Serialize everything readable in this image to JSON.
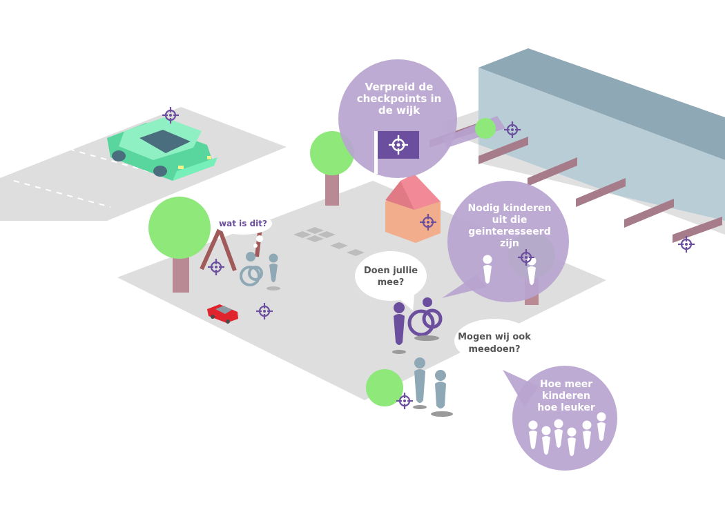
{
  "bubbles": {
    "verpreid": [
      "Verpreid de",
      "checkpoints in",
      "de wijk"
    ],
    "nodig": [
      "Nodig kinderen",
      "uit die",
      "geinteresseerd",
      "zijn"
    ],
    "doen": [
      "Doen jullie",
      "mee?"
    ],
    "mogen": [
      "Mogen wij ook",
      "meedoen?"
    ],
    "hoe_meer": [
      "Hoe meer",
      "kinderen",
      "hoe leuker"
    ],
    "wat": "wat is dit?"
  },
  "colors": {
    "purple": "#6b4f9e",
    "lavender_bubble": "#b8a4cf",
    "white_bubble": "#ffffff",
    "ground": "#dedede",
    "tree_green": "#8ee87a",
    "trunk": "#b98a93",
    "car_green": "#6fe9b0",
    "small_car_red": "#e0242e",
    "building": "#a9bfc9",
    "house_roof": "#e07b86",
    "house_wall": "#f2ad8c",
    "person_blue": "#8fa8b5"
  },
  "icons": [
    "checkpoint-crosshair-icon",
    "flag-icon",
    "person-icon",
    "tree-icon",
    "car-icon",
    "house-icon",
    "swing-icon"
  ]
}
